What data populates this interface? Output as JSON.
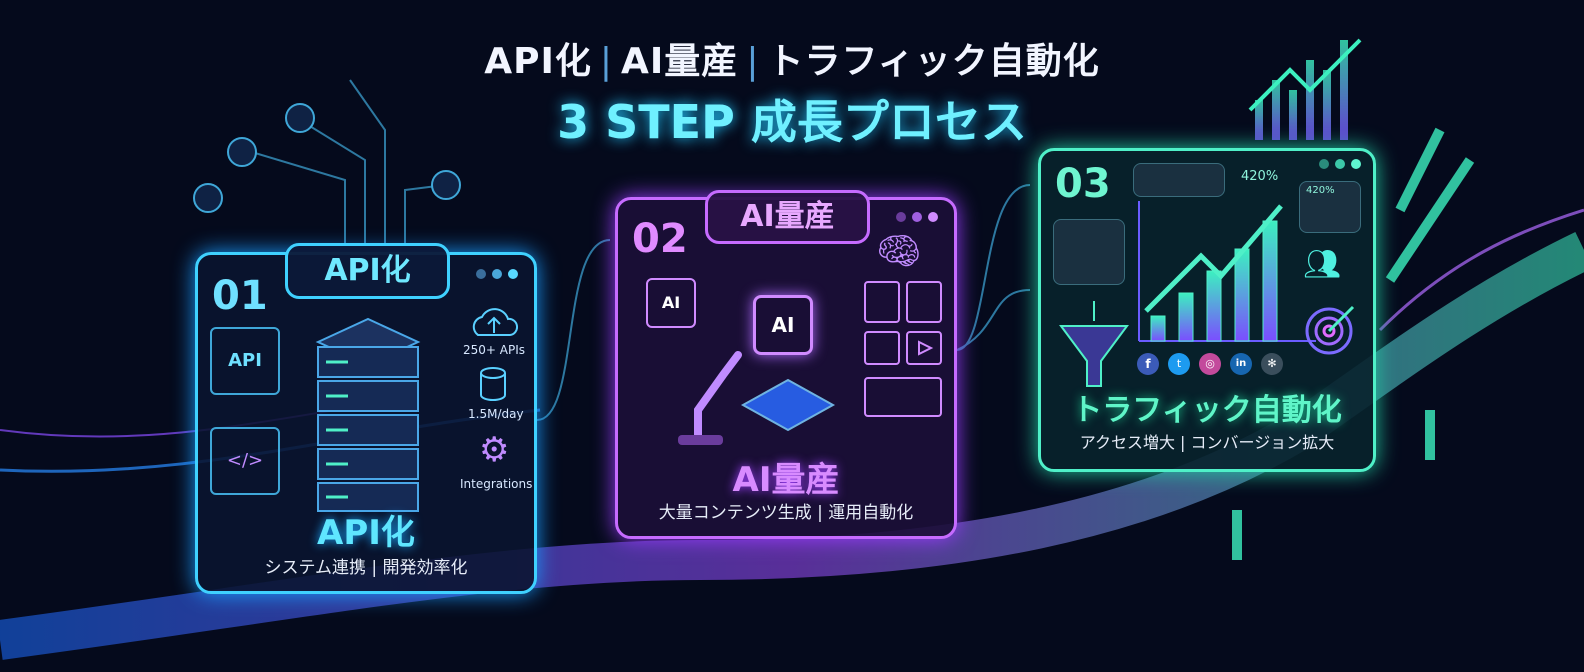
{
  "header": {
    "title_parts": [
      "API化",
      "AI量産",
      "トラフィック自動化"
    ],
    "subtitle": "3 STEP 成長プロセス"
  },
  "steps": [
    {
      "number": "01",
      "tab": "API化",
      "name": "API化",
      "description": "システム連携 | 開発効率化",
      "color": "#3fd1ff",
      "labels": {
        "api_window": "API",
        "code_window": "</>",
        "apis": "250+ APIs",
        "volume": "1.5M/day",
        "integrations": "Integrations"
      }
    },
    {
      "number": "02",
      "tab": "AI量産",
      "name": "AI量産",
      "description": "大量コンテンツ生成 | 運用自動化",
      "color": "#c66bff",
      "labels": {
        "chip_small": "AI",
        "chip_main": "AI"
      }
    },
    {
      "number": "03",
      "tab": "",
      "name": "トラフィック自動化",
      "description": "アクセス増大 | コンバージョン拡大",
      "color": "#4ff0c8",
      "labels": {
        "growth_main": "420%",
        "growth_small": "420%"
      },
      "social_icons": [
        "facebook-icon",
        "twitter-icon",
        "instagram-icon",
        "linkedin-icon",
        "network-icon"
      ]
    }
  ]
}
